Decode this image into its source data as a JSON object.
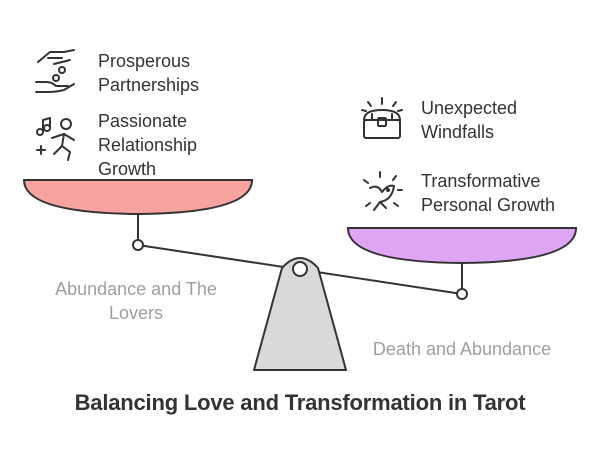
{
  "title": "Balancing Love and Transformation in Tarot",
  "left": {
    "side_label_line1": "Abundance and The",
    "side_label_line2": "Lovers",
    "items": [
      {
        "line1": "Prosperous",
        "line2": "Partnerships",
        "icon": "hand-coins-icon"
      },
      {
        "line1": "Passionate",
        "line2": "Relationship",
        "line3": "Growth",
        "icon": "dancing-music-icon"
      }
    ]
  },
  "right": {
    "side_label": "Death and Abundance",
    "items": [
      {
        "line1": "Unexpected",
        "line2": "Windfalls",
        "icon": "treasure-chest-icon"
      },
      {
        "line1": "Transformative",
        "line2": "Personal Growth",
        "icon": "bird-icon"
      }
    ]
  },
  "colors": {
    "left_pan": "#f7a3a0",
    "right_pan": "#dfa5f5",
    "fulcrum": "#d9d9d9",
    "outline": "#333333",
    "muted_text": "#9e9e9e"
  }
}
